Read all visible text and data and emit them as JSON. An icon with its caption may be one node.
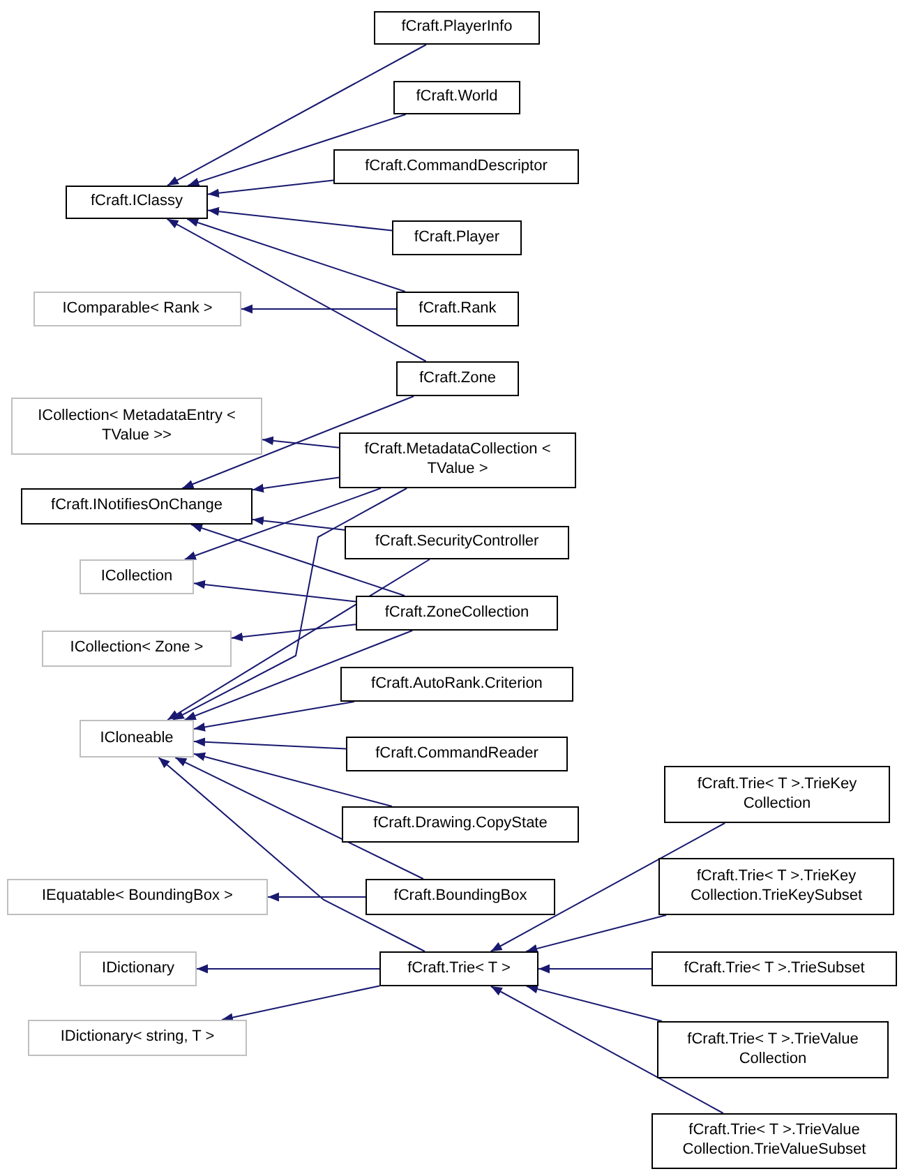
{
  "diagram": {
    "nodes": [
      {
        "text": [
          "fCraft.PlayerInfo"
        ]
      },
      {
        "text": [
          "fCraft.World"
        ]
      },
      {
        "text": [
          "fCraft.CommandDescriptor"
        ]
      },
      {
        "text": [
          "fCraft.IClassy"
        ]
      },
      {
        "text": [
          "fCraft.Player"
        ]
      },
      {
        "text": [
          "IComparable< Rank >"
        ]
      },
      {
        "text": [
          "fCraft.Rank"
        ]
      },
      {
        "text": [
          "fCraft.Zone"
        ]
      },
      {
        "text": [
          "ICollection< MetadataEntry < TValue >>"
        ]
      },
      {
        "text": [
          "fCraft.MetadataCollection < TValue >"
        ]
      },
      {
        "text": [
          "fCraft.INotifiesOnChange"
        ]
      },
      {
        "text": [
          "fCraft.SecurityController"
        ]
      },
      {
        "text": [
          "ICollection"
        ]
      },
      {
        "text": [
          "fCraft.ZoneCollection"
        ]
      },
      {
        "text": [
          "ICollection< Zone >"
        ]
      },
      {
        "text": [
          "fCraft.AutoRank.Criterion"
        ]
      },
      {
        "text": [
          "ICloneable"
        ]
      },
      {
        "text": [
          "fCraft.CommandReader"
        ]
      },
      {
        "text": [
          "fCraft.Drawing.CopyState"
        ]
      },
      {
        "text": [
          "IEquatable< BoundingBox >"
        ]
      },
      {
        "text": [
          "fCraft.BoundingBox"
        ]
      },
      {
        "text": [
          "IDictionary"
        ]
      },
      {
        "text": [
          "fCraft.Trie< T >"
        ]
      },
      {
        "text": [
          "IDictionary< string, T >"
        ]
      },
      {
        "text": [
          "fCraft.Trie< T >.TrieKey Collection"
        ]
      },
      {
        "text": [
          "fCraft.Trie< T >.TrieKey Collection.TrieKeySubset"
        ]
      },
      {
        "text": [
          "fCraft.Trie< T >.TrieSubset"
        ]
      },
      {
        "text": [
          "fCraft.Trie< T >.TrieValue Collection"
        ]
      },
      {
        "text": [
          "fCraft.Trie< T >.TrieValue Collection.TrieValueSubset"
        ]
      }
    ],
    "edges": [
      {
        "from": 0,
        "to": 3,
        "arrow": "to"
      },
      {
        "from": 1,
        "to": 3,
        "arrow": "to"
      },
      {
        "from": 2,
        "to": 3,
        "arrow": "to"
      },
      {
        "from": 4,
        "to": 3,
        "arrow": "to"
      },
      {
        "from": 6,
        "to": 3,
        "arrow": "to"
      },
      {
        "from": 7,
        "to": 3,
        "arrow": "to"
      },
      {
        "from": 6,
        "to": 5,
        "arrow": "to"
      },
      {
        "from": 7,
        "to": 10,
        "arrow": "to"
      },
      {
        "from": 9,
        "to": 8,
        "arrow": "to"
      },
      {
        "from": 9,
        "to": 10,
        "arrow": "to"
      },
      {
        "from": 9,
        "to": 12,
        "arrow": "to"
      },
      {
        "from": 9,
        "to": 16,
        "arrow": "to"
      },
      {
        "from": 11,
        "to": 10,
        "arrow": "to"
      },
      {
        "from": 11,
        "to": 16,
        "arrow": "to"
      },
      {
        "from": 13,
        "to": 10,
        "arrow": "to"
      },
      {
        "from": 13,
        "to": 12,
        "arrow": "to"
      },
      {
        "from": 13,
        "to": 14,
        "arrow": "to"
      },
      {
        "from": 13,
        "to": 16,
        "arrow": "to"
      },
      {
        "from": 15,
        "to": 16,
        "arrow": "to"
      },
      {
        "from": 17,
        "to": 16,
        "arrow": "to"
      },
      {
        "from": 18,
        "to": 16,
        "arrow": "to"
      },
      {
        "from": 20,
        "to": 16,
        "arrow": "to"
      },
      {
        "from": 20,
        "to": 19,
        "arrow": "to"
      },
      {
        "from": 22,
        "to": 16,
        "arrow": "to"
      },
      {
        "from": 22,
        "to": 21,
        "arrow": "to"
      },
      {
        "from": 22,
        "to": 23,
        "arrow": "to"
      },
      {
        "from": 24,
        "to": 22,
        "arrow": "to"
      },
      {
        "from": 25,
        "to": 22,
        "arrow": "to"
      },
      {
        "from": 26,
        "to": 22,
        "arrow": "to"
      },
      {
        "from": 27,
        "to": 22,
        "arrow": "to"
      },
      {
        "from": 28,
        "to": 22,
        "arrow": "to"
      }
    ]
  }
}
